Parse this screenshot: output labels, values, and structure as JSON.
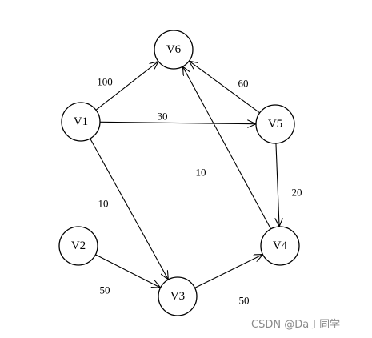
{
  "graph": {
    "nodes": [
      {
        "id": "V1",
        "label": "V1"
      },
      {
        "id": "V2",
        "label": "V2"
      },
      {
        "id": "V3",
        "label": "V3"
      },
      {
        "id": "V4",
        "label": "V4"
      },
      {
        "id": "V5",
        "label": "V5"
      },
      {
        "id": "V6",
        "label": "V6"
      }
    ],
    "edges": [
      {
        "from": "V1",
        "to": "V6",
        "weight": "100"
      },
      {
        "from": "V1",
        "to": "V5",
        "weight": "30"
      },
      {
        "from": "V1",
        "to": "V3",
        "weight": "10"
      },
      {
        "from": "V2",
        "to": "V3",
        "weight": "50"
      },
      {
        "from": "V3",
        "to": "V4",
        "weight": "50"
      },
      {
        "from": "V4",
        "to": "V6",
        "weight": "10"
      },
      {
        "from": "V5",
        "to": "V6",
        "weight": "60"
      },
      {
        "from": "V5",
        "to": "V4",
        "weight": "20"
      }
    ]
  },
  "watermark": {
    "text": "CSDN @Da丁同学"
  }
}
